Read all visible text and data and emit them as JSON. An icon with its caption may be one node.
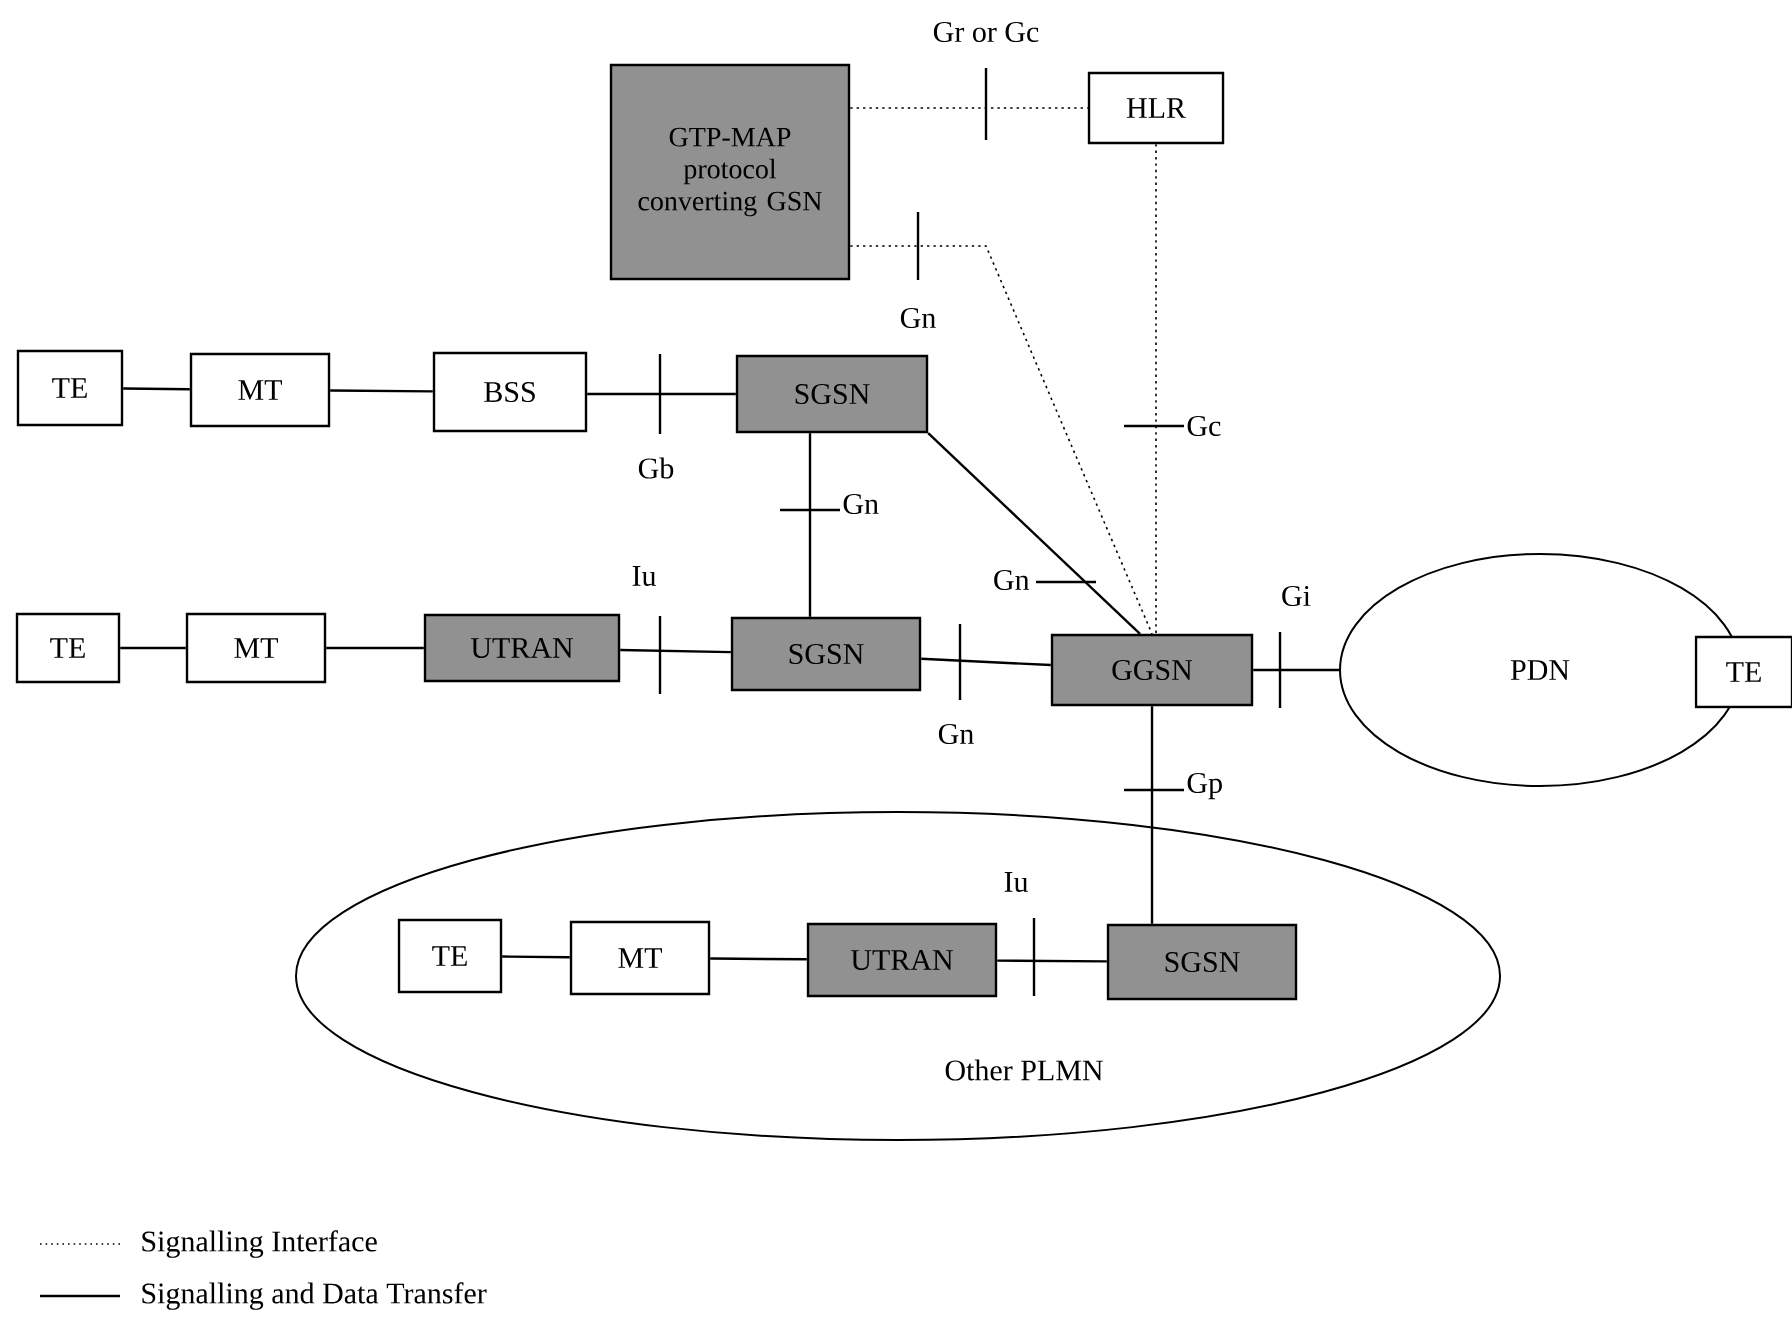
{
  "diagram": {
    "nodes": [
      {
        "text": [
          "GTP-MAP protocol converting GSN"
        ]
      },
      {
        "text": [
          "HLR"
        ]
      },
      {
        "text": [
          "TE"
        ]
      },
      {
        "text": [
          "MT"
        ]
      },
      {
        "text": [
          "BSS"
        ]
      },
      {
        "text": [
          "SGSN"
        ]
      },
      {
        "text": [
          "TE"
        ]
      },
      {
        "text": [
          "MT"
        ]
      },
      {
        "text": [
          "UTRAN"
        ]
      },
      {
        "text": [
          "SGSN"
        ]
      },
      {
        "text": [
          "GGSN"
        ]
      },
      {
        "text": [
          "PDN"
        ]
      },
      {
        "text": [
          "TE"
        ]
      },
      {
        "text": [
          "Other PLMN"
        ]
      },
      {
        "text": [
          "TE"
        ],
        "in": 13
      },
      {
        "text": [
          "MT"
        ],
        "in": 13
      },
      {
        "text": [
          "UTRAN"
        ],
        "in": 13
      },
      {
        "text": [
          "SGSN"
        ],
        "in": 13
      }
    ],
    "edges": [
      {
        "from": 0,
        "to": 1,
        "arrow": "none",
        "label": "Gr or Gc",
        "style": "dashed"
      },
      {
        "from": 0,
        "to": 10,
        "arrow": "none",
        "label": "Gn",
        "style": "dashed"
      },
      {
        "from": 1,
        "to": 10,
        "arrow": "none",
        "label": "Gc",
        "style": "dashed"
      },
      {
        "from": 2,
        "to": 3,
        "arrow": "none"
      },
      {
        "from": 3,
        "to": 4,
        "arrow": "none"
      },
      {
        "from": 4,
        "to": 5,
        "arrow": "none",
        "label": "Gb"
      },
      {
        "from": 5,
        "to": 9,
        "arrow": "none",
        "label": "Gn"
      },
      {
        "from": 5,
        "to": 10,
        "arrow": "none",
        "label": "Gn"
      },
      {
        "from": 6,
        "to": 7,
        "arrow": "none"
      },
      {
        "from": 7,
        "to": 8,
        "arrow": "none"
      },
      {
        "from": 8,
        "to": 9,
        "arrow": "none",
        "label": "Iu"
      },
      {
        "from": 9,
        "to": 10,
        "arrow": "none",
        "label": "Gn"
      },
      {
        "from": 10,
        "to": 11,
        "arrow": "none",
        "label": "Gi"
      },
      {
        "from": 10,
        "to": 17,
        "arrow": "none",
        "label": "Gp"
      },
      {
        "from": 14,
        "to": 15,
        "arrow": "none"
      },
      {
        "from": 15,
        "to": 16,
        "arrow": "none"
      },
      {
        "from": 16,
        "to": 17,
        "arrow": "none",
        "label": "Iu"
      }
    ],
    "legend": [
      {
        "text": "Signalling Interface"
      },
      {
        "text": "Signalling and Data Transfer"
      }
    ]
  }
}
